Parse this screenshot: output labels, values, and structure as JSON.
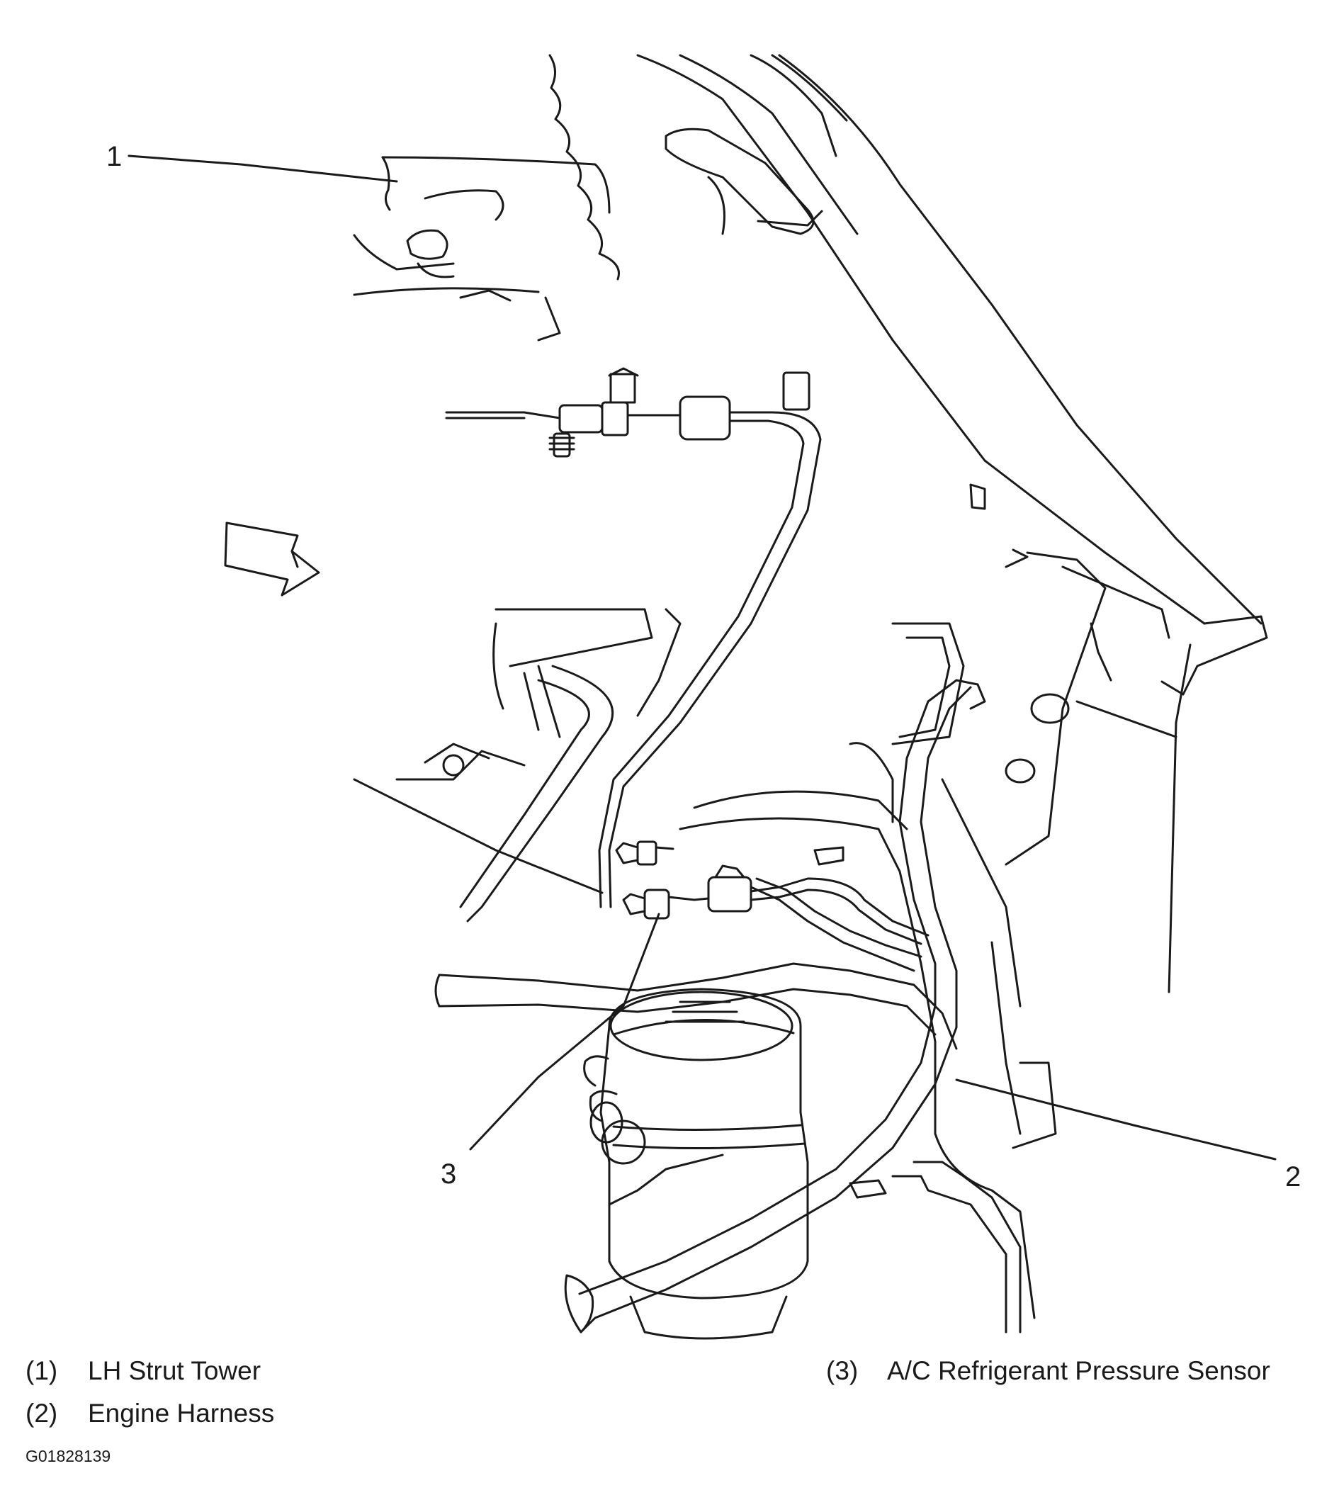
{
  "diagram": {
    "callouts": [
      {
        "id": "1",
        "number": "1"
      },
      {
        "id": "2",
        "number": "2"
      },
      {
        "id": "3",
        "number": "3"
      }
    ],
    "legend": [
      {
        "key": "(1)",
        "label": "LH Strut Tower"
      },
      {
        "key": "(2)",
        "label": "Engine Harness"
      },
      {
        "key": "(3)",
        "label": "A/C Refrigerant Pressure Sensor"
      }
    ],
    "figure_code": "G01828139",
    "colors": {
      "line": "#1a1a1a",
      "background": "#ffffff"
    }
  }
}
